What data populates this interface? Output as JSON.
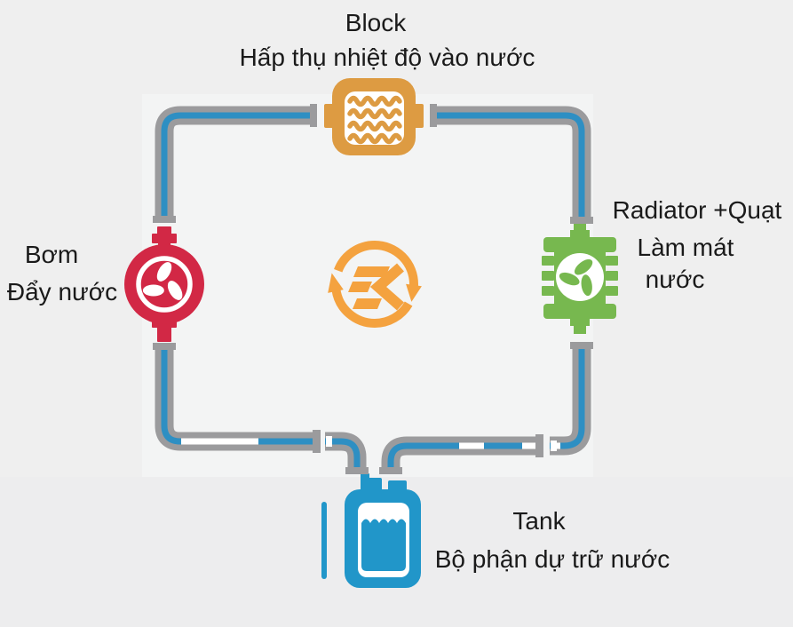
{
  "diagram": {
    "type": "liquid-cooling-loop",
    "nodes": {
      "block": {
        "label": "Block",
        "description": "Hấp thụ nhiệt độ vào nước",
        "icon": "water-block-icon",
        "color": "#DD9B42"
      },
      "pump": {
        "label": "Bơm",
        "description": "Đẩy nước",
        "icon": "pump-icon",
        "color": "#D22845"
      },
      "radiator": {
        "label": "Radiator +Quạt",
        "description_lines": [
          "Làm mát",
          "nước"
        ],
        "icon": "radiator-fan-icon",
        "color": "#77B84F"
      },
      "tank": {
        "label": "Tank",
        "description": "Bộ phận dự trữ nước",
        "icon": "tank-icon",
        "color": "#2196C9"
      }
    },
    "center_logo": {
      "icon": "ek-cycle-logo",
      "color": "#F4A23F"
    },
    "pipes": {
      "outer_color": "#9B9B9D",
      "liquid_color": "#2E8FC3",
      "empty_color": "#FFFFFF"
    },
    "background": {
      "base": "#EFEFEF",
      "panel": "#F3F4F4",
      "bottom_band": "#EDEDEE"
    },
    "text_color": "#1A1A1A"
  }
}
